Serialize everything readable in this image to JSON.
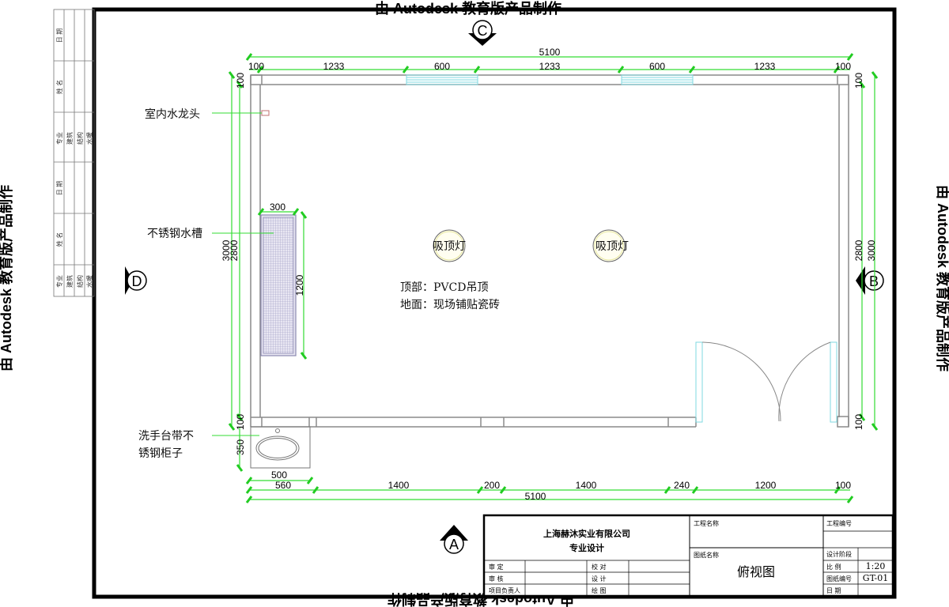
{
  "watermark": {
    "top": "由 Autodesk 教育版产品制作",
    "bottom": "由 Autodesk 教育版产品制作",
    "left": "由 Autodesk 教育版产品制作",
    "right": "由 Autodesk 教育版产品制作"
  },
  "section_markers": {
    "top": "C",
    "right": "B",
    "bottom": "A",
    "left": "D"
  },
  "dimensions": {
    "top_total": "5100",
    "top_segments": [
      "100",
      "1233",
      "600",
      "1233",
      "600",
      "1233",
      "100"
    ],
    "bottom_segments": [
      "560",
      "1400",
      "200",
      "1400",
      "240",
      "1200",
      "100"
    ],
    "bottom_total": "5100",
    "basin_width": "500",
    "basin_depth": "350",
    "left_outer": "3000",
    "left_inner": "2800",
    "left_top": "100",
    "left_bottom": "100",
    "right_outer": "3000",
    "right_inner": "2800",
    "right_top": "100",
    "right_bottom": "100",
    "sink_width": "300",
    "sink_length": "1200"
  },
  "labels": {
    "faucet": "室内水龙头",
    "sink": "不锈钢水槽",
    "basin_line1": "洗手台带不",
    "basin_line2": "锈钢柜子",
    "light1": "吸顶灯",
    "light2": "吸顶灯",
    "ceiling": "顶部：PVCD吊顶",
    "floor": "地面：现场铺贴瓷砖"
  },
  "side_table": {
    "group1": {
      "date": "日 期",
      "name": "姓 名",
      "disciplines": [
        "专业",
        "建筑",
        "结构",
        "水暖"
      ]
    },
    "group2": {
      "date": "日 期",
      "name": "姓 名",
      "disciplines": [
        "专业",
        "建筑",
        "结构",
        "水暖"
      ]
    }
  },
  "title_block": {
    "company": "上海赫沐实业有限公司",
    "subtitle": "专业设计",
    "project_name_label": "工程名称",
    "project_no_label": "工程编号",
    "drawing_name_label": "图纸名称",
    "drawing_name": "俯视图",
    "design_stage_label": "设计阶段",
    "design_stage": "",
    "scale_label": "比  例",
    "scale": "1:20",
    "drawing_no_label": "图纸编号",
    "drawing_no": "GT-01",
    "date_label": "日  期",
    "date": "",
    "rows": [
      {
        "l1": "审      定",
        "l2": "校      对"
      },
      {
        "l1": "审      核",
        "l2": "设      计"
      },
      {
        "l1": "项目负责人",
        "l2": "绘      图"
      }
    ]
  },
  "colors": {
    "dimension": "#33dd33",
    "wall": "#8a8a8a",
    "window": "#7fd8e0",
    "border": "#000000"
  }
}
